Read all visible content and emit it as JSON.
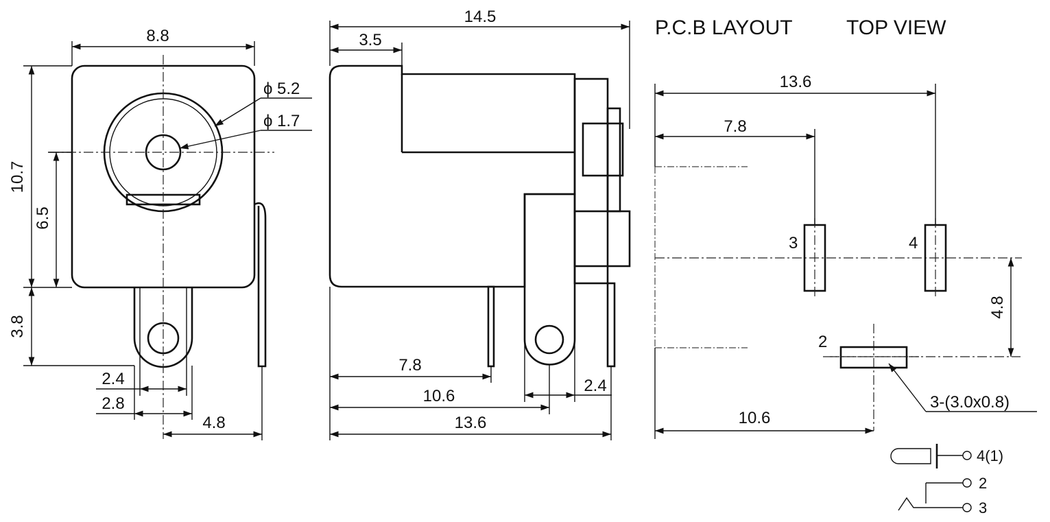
{
  "headings": {
    "pcb_layout": "P.C.B LAYOUT",
    "top_view": "TOP VIEW"
  },
  "front_view": {
    "width": "8.8",
    "height": "10.7",
    "center_height": "6.5",
    "pin_height": "3.8",
    "outer_diameter": "5.2",
    "pin_diameter": "1.7",
    "dim_2_4": "2.4",
    "dim_2_8": "2.8",
    "dim_4_8": "4.8",
    "phi_symbol": "ϕ"
  },
  "side_view": {
    "total_length": "14.5",
    "front_length": "3.5",
    "pin1_offset": "7.8",
    "pin2_offset": "10.6",
    "pin3_offset": "13.6",
    "slot_width": "2.4"
  },
  "pcb_layout": {
    "span_13_6": "13.6",
    "span_7_8": "7.8",
    "span_10_6": "10.6",
    "offset_4_8": "4.8",
    "pad_3": "3",
    "pad_4": "4",
    "pad_2": "2",
    "slot_spec": "3-(3.0x0.8)"
  },
  "schematic": {
    "pin_4_1": "4(1)",
    "pin_2": "2",
    "pin_3": "3"
  }
}
